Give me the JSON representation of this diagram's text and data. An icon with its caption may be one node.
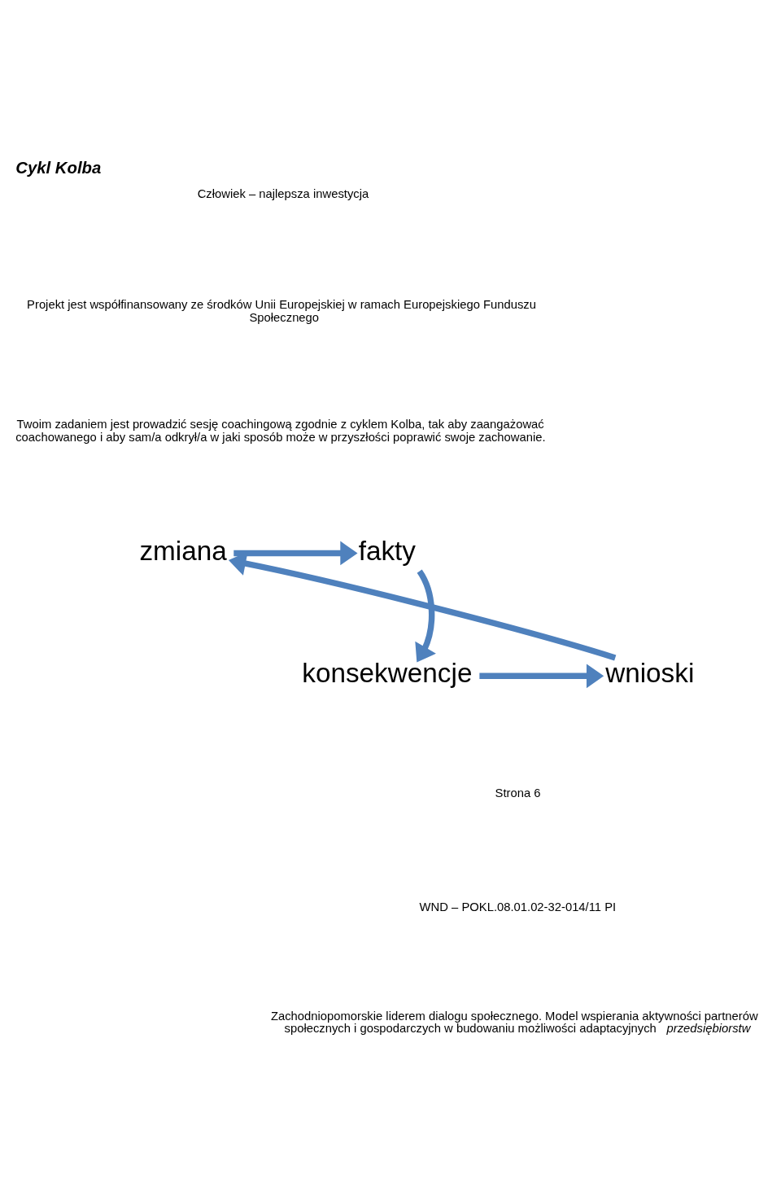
{
  "diagram": {
    "title": "Cykl Kolba",
    "nodes": [
      {
        "text": [
          "zmiana"
        ]
      },
      {
        "text": [
          "fakty"
        ]
      },
      {
        "text": [
          "konsekwencje"
        ]
      },
      {
        "text": [
          "wnioski"
        ]
      }
    ],
    "edges": [
      {
        "from": 0,
        "to": 1,
        "arrow": "to"
      },
      {
        "from": 1,
        "to": 2,
        "arrow": "to"
      },
      {
        "from": 2,
        "to": 3,
        "arrow": "to"
      },
      {
        "from": 3,
        "to": 0,
        "arrow": "to"
      }
    ],
    "labels": [
      "Człowiek – najlepsza inwestycja",
      "Projekt jest współfinansowany ze środków Unii Europejskiej w ramach Europejskiego Funduszu Społecznego",
      "Twoim zadaniem jest prowadzić sesję coachingową zgodnie z cyklem Kolba, tak aby zaangażować coachowanego i aby sam/a odkrył/a w jaki sposób może w przyszłości poprawić swoje zachowanie.",
      "Strona 6",
      "WND – POKL.08.01.02-32-014/11 PI",
      "Zachodniopomorskie liderem dialogu społecznego. Model wspierania aktywności partnerów społecznych i gospodarczych w budowaniu możliwości adaptacyjnych *przedsiębiorstw*"
    ]
  }
}
